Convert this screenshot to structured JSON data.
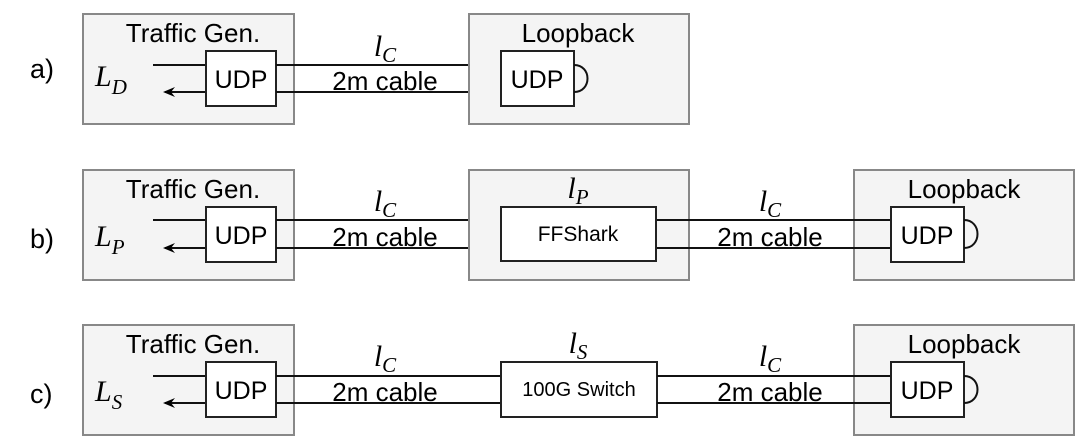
{
  "rows": [
    {
      "label": "a)",
      "latency": {
        "main": "L",
        "sub": "D"
      },
      "traffic_gen": {
        "title": "Traffic Gen.",
        "port": "UDP"
      },
      "cable_1": {
        "symbol": {
          "main": "l",
          "sub": "C"
        },
        "label": "2m cable"
      },
      "loopback": {
        "title": "Loopback",
        "port": "UDP"
      }
    },
    {
      "label": "b)",
      "latency": {
        "main": "L",
        "sub": "P"
      },
      "traffic_gen": {
        "title": "Traffic Gen.",
        "port": "UDP"
      },
      "cable_1": {
        "symbol": {
          "main": "l",
          "sub": "C"
        },
        "label": "2m cable"
      },
      "middle": {
        "symbol": {
          "main": "l",
          "sub": "P"
        },
        "device": "FFShark"
      },
      "cable_2": {
        "symbol": {
          "main": "l",
          "sub": "C"
        },
        "label": "2m cable"
      },
      "loopback": {
        "title": "Loopback",
        "port": "UDP"
      }
    },
    {
      "label": "c)",
      "latency": {
        "main": "L",
        "sub": "S"
      },
      "traffic_gen": {
        "title": "Traffic Gen.",
        "port": "UDP"
      },
      "cable_1": {
        "symbol": {
          "main": "l",
          "sub": "C"
        },
        "label": "2m cable"
      },
      "middle": {
        "symbol": {
          "main": "l",
          "sub": "S"
        },
        "device": "100G Switch"
      },
      "cable_2": {
        "symbol": {
          "main": "l",
          "sub": "C"
        },
        "label": "2m cable"
      },
      "loopback": {
        "title": "Loopback",
        "port": "UDP"
      }
    }
  ]
}
